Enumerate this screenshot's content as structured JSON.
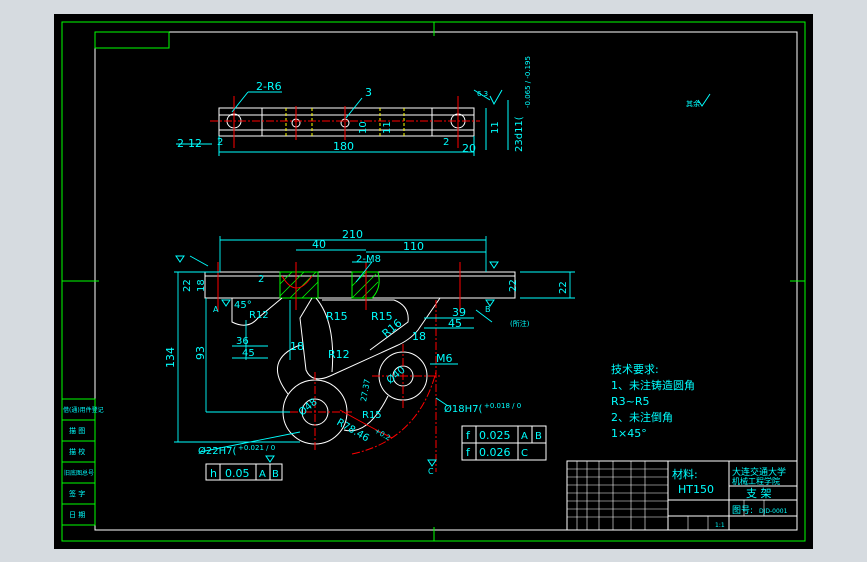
{
  "colors": {
    "background": "#000000",
    "frame": "#00ff00",
    "dimension": "#00ffff",
    "outline": "#ffffff",
    "centerline": "#ff0000",
    "hatch": "#00ff00",
    "hidden": "#ffff00",
    "outer": "#d6dbe0"
  },
  "top_view": {
    "label_2_r6": "2-R6",
    "label_3": "3",
    "label_2_12": "2-12",
    "label_2_left": "2",
    "label_2_right": "2",
    "label_180": "180",
    "label_20": "20",
    "label_10": "10",
    "label_11a": "11",
    "label_11b": "11",
    "label_23": "23d11(",
    "label_tol": "-0.065 / -0.195",
    "roughness_side": "6.3"
  },
  "roughness_corner": "其余",
  "front_view": {
    "dim_210": "210",
    "dim_40": "40",
    "dim_110": "110",
    "label_2_m8": "2-M8",
    "dim_22_left": "22",
    "dim_22_right": "22",
    "dim_22_far": "22",
    "dim_18_top": "18",
    "dim_2": "2",
    "dim_45_angle": "45°",
    "dim_r12_small": "R12",
    "dim_36": "36",
    "dim_45_left": "45",
    "dim_134": "134",
    "dim_93": "93",
    "dim_18": "18",
    "dim_r15_a": "R15",
    "dim_r15_b": "R15",
    "dim_r16": "R16",
    "dim_r12": "R12",
    "dim_18_mid": "18",
    "dim_39": "39",
    "dim_45_right": "45",
    "dim_m6": "M6",
    "dim_phi40": "Ø40",
    "dim_phi48": "Ø48",
    "dim_r15_c": "R15",
    "dim_r78": "R78.46",
    "dim_r78_tol": "+0.2",
    "dim_27": "27.37",
    "dim_18h7": "Ø18H7(",
    "dim_18h7_tol": "+0.018 / 0",
    "dim_22h7": "Ø22H7(",
    "dim_22h7_tol": "+0.021 / 0",
    "roughness_note": "(所注)",
    "tol_h_sym": "h",
    "tol_h_val": "0.05",
    "tol_h_ref": "A",
    "tol_h_ref2": "B",
    "tol_f1_sym": "f",
    "tol_f1_val": "0.025",
    "tol_f1_ref_a": "A",
    "tol_f1_ref_b": "B",
    "tol_f2_sym": "f",
    "tol_f2_val": "0.026",
    "tol_f2_ref": "C",
    "datum_a": "A",
    "datum_b": "B",
    "datum_c": "C"
  },
  "tech": {
    "title": "技术要求:",
    "line1": "1、未注铸造圆角",
    "line2": "R3~R5",
    "line3": "2、未注倒角",
    "line4": "1×45°"
  },
  "title_block": {
    "material_label": "材料:",
    "material": "HT150",
    "school": "大连交通大学",
    "school_sub": "机械工程学院",
    "part_name": "支  架",
    "drawing_no_label": "图号:",
    "drawing_no": "DJD-0001",
    "scale": "1:1"
  },
  "side_stamps": [
    "借(通)用件登记",
    "描  图",
    "描  校",
    "旧底图总号",
    "签  字",
    "日  期"
  ]
}
